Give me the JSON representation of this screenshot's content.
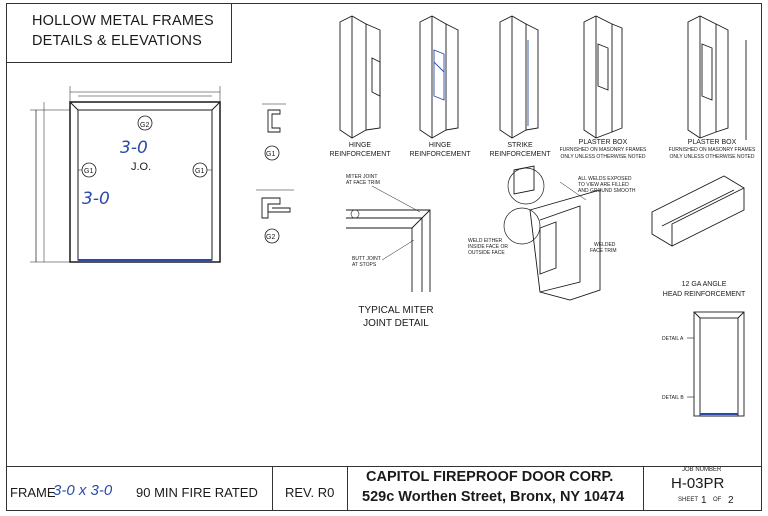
{
  "title": {
    "line1": "HOLLOW METAL FRAMES",
    "line2": "DETAILS & ELEVATIONS"
  },
  "elevation": {
    "jo_label": "J.O.",
    "height_hw": "3-0",
    "width_hw": "3-0",
    "tag_g1": "G1",
    "tag_g2": "G2"
  },
  "profiles": [
    {
      "line1": "HINGE",
      "line2": "REINFORCEMENT"
    },
    {
      "line1": "HINGE",
      "line2": "REINFORCEMENT"
    },
    {
      "line1": "STRIKE",
      "line2": "REINFORCEMENT"
    },
    {
      "line1": "PLASTER BOX",
      "line2": "FURNISHED ON MASONRY FRAMES",
      "line3": "ONLY UNLESS OTHERWISE NOTED"
    },
    {
      "line1": "PLASTER BOX",
      "line2": "FURNISHED ON MASONRY FRAMES",
      "line3": "ONLY UNLESS OTHERWISE NOTED"
    }
  ],
  "miter": {
    "note_miter1": "MITER JOINT",
    "note_miter2": "AT FACE TRIM",
    "note_butt1": "BUTT JOINT",
    "note_butt2": "AT STOPS",
    "title1": "TYPICAL MITER",
    "title2": "JOINT DETAIL"
  },
  "weld": {
    "note_welds1": "ALL WELDS EXPOSED",
    "note_welds2": "TO VIEW ARE FILLED",
    "note_welds3": "AND GROUND SMOOTH",
    "note_either1": "WELD EITHER",
    "note_either2": "INSIDE FACE OR",
    "note_either3": "OUTSIDE FACE",
    "note_welded1": "WELDED",
    "note_welded2": "FACE TRIM"
  },
  "angle": {
    "title1": "12 GA ANGLE",
    "title2": "HEAD REINFORCEMENT",
    "detail_a": "DETAIL A",
    "detail_b": "DETAIL B"
  },
  "title_block": {
    "frame_label": "FRAME",
    "frame_size_hw": "3-0 x 3-0",
    "rating": "90 MIN FIRE RATED",
    "rev": "REV. R0",
    "company": "CAPITOL FIREPROOF DOOR CORP.",
    "address": "529c Worthen Street, Bronx, NY 10474",
    "job_label": "JOB NUMBER",
    "job_number": "H-03PR",
    "sheet_label": "SHEET",
    "sheet_no": "1",
    "of_label": "OF",
    "sheet_total": "2"
  },
  "colors": {
    "ink": "#1a1a1a",
    "handwriting": "#2a4aa8"
  }
}
